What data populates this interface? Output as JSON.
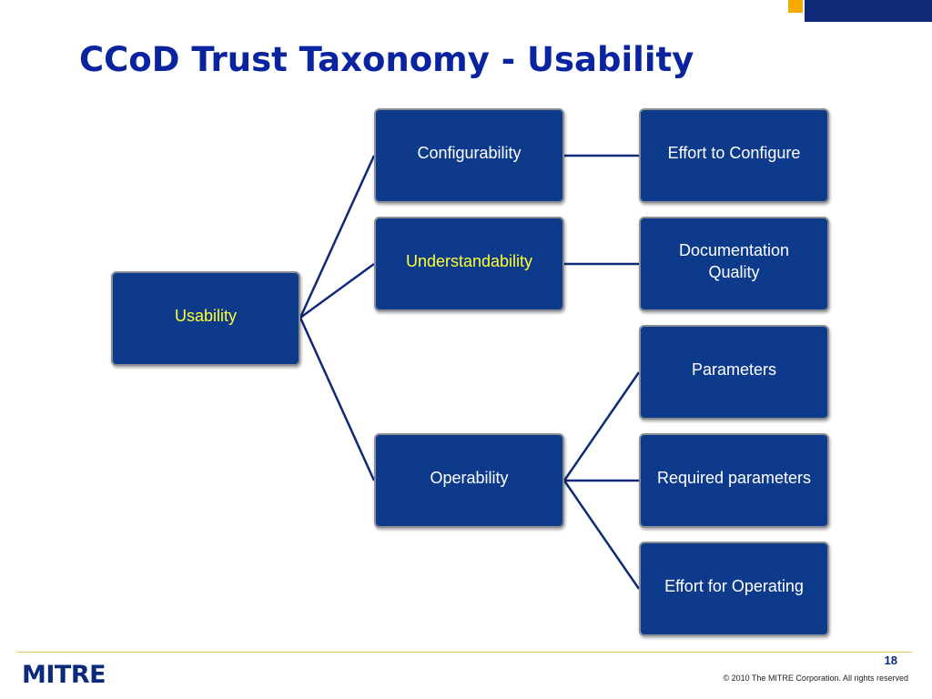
{
  "slide": {
    "title": "CCoD Trust Taxonomy - Usability",
    "page_number": "18",
    "copyright": "© 2010 The MITRE Corporation. All rights reserved",
    "logo_text": "MITRE"
  },
  "diagram": {
    "root": {
      "label": "Usability",
      "highlighted": true
    },
    "branches": [
      {
        "label": "Configurability",
        "highlighted": false,
        "children": [
          "Effort to Configure"
        ]
      },
      {
        "label": "Understandability",
        "highlighted": true,
        "children": [
          "Documentation Quality"
        ]
      },
      {
        "label": "Operability",
        "highlighted": false,
        "children": [
          "Parameters",
          "Required parameters",
          "Effort for Operating"
        ]
      }
    ],
    "colors": {
      "node_fill": "#0e3a8c",
      "node_border": "#8a8f96",
      "text": "#ffffff",
      "highlight_text": "#ffff33",
      "title": "#0a24a0",
      "connector": "#0e2a77"
    }
  }
}
